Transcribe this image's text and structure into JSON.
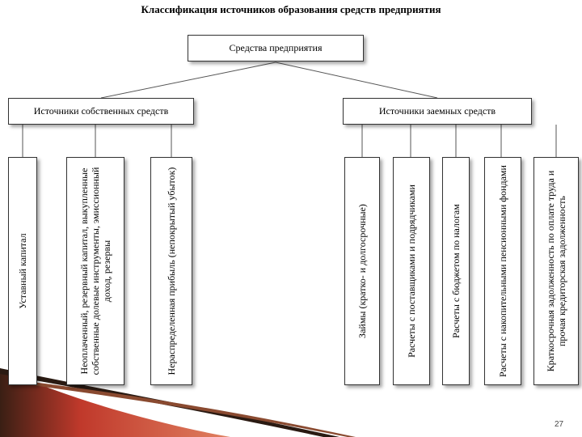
{
  "title": "Классификация источников образования средств предприятия",
  "root": "Средства предприятия",
  "own_sources": {
    "label": "Источники собственных средств",
    "items": [
      "Уставный капитал",
      "Неоплаченный, резервный капитал, выкупленные собственные долевые инструменты, эмиссионный доход, резервы",
      "Нераспределенная прибыль (непокрытый убыток)"
    ]
  },
  "borrowed_sources": {
    "label": "Источники заемных средств",
    "items": [
      "Займы (кратко- и долгосрочные)",
      "Расчеты с поставщиками и подрядчиками",
      "Расчеты с бюджетом по налогам",
      "Расчеты с накопительными пенсионными фондами",
      "Краткосрочная задолженность по оплате труда и прочая кредиторская задолженность"
    ]
  },
  "page_number": "27",
  "colors": {
    "accent_red": "#c0392b",
    "accent_dark": "#3a1f14"
  }
}
